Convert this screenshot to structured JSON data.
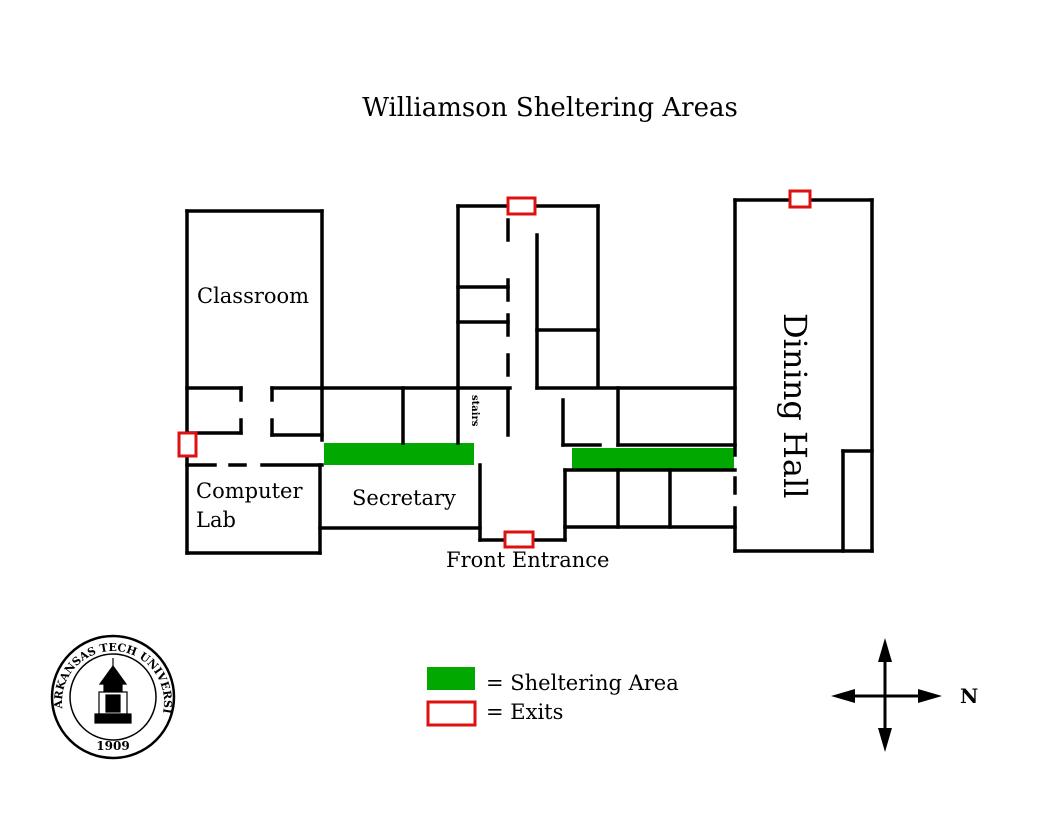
{
  "title": "Williamson Sheltering Areas",
  "rooms": {
    "classroom": "Classroom",
    "computer_lab_line1": "Computer",
    "computer_lab_line2": "Lab",
    "secretary": "Secretary",
    "dining_hall": "Dining Hall",
    "stairs": "stairs"
  },
  "front_entrance": "Front Entrance",
  "legend": {
    "sheltering_area": "= Sheltering Area",
    "exits": "= Exits"
  },
  "compass": {
    "north_label": "N"
  },
  "seal": {
    "text": "ARKANSAS TECH UNIVERSITY",
    "year": "1909"
  },
  "colors": {
    "sheltering_area": "#00a800",
    "exit": "#dd1111",
    "wall": "#000000"
  }
}
